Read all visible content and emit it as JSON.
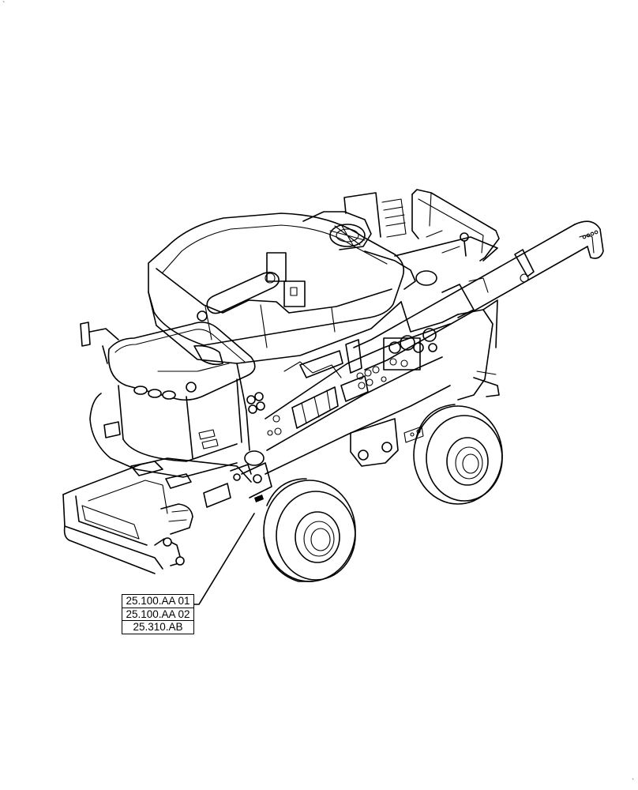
{
  "references": [
    {
      "code": "25.100.AA 01"
    },
    {
      "code": "25.100.AA 02"
    },
    {
      "code": "25.310.AB"
    }
  ],
  "corner_marks": {
    "top_left": "`",
    "bottom_right": "`"
  }
}
